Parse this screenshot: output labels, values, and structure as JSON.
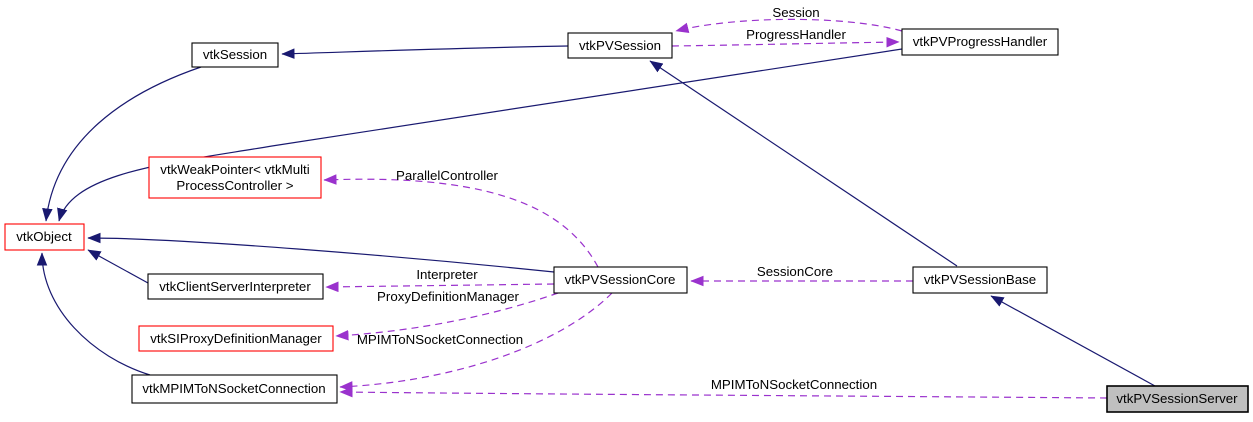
{
  "diagram": {
    "type": "class-collaboration-graph",
    "subject": "vtkPVSessionServer",
    "colors": {
      "background": "#ffffff",
      "inheritance_edge": "#191970",
      "usage_edge": "#9a32cd",
      "node_border": "#000000",
      "truncated_node_border": "#ff0000",
      "current_node_fill": "#bfbfbf",
      "node_fill": "#ffffff",
      "text": "#000000"
    },
    "nodes": [
      {
        "id": "vtkSession",
        "label": "vtkSession",
        "style": "normal"
      },
      {
        "id": "vtkPVSession",
        "label": "vtkPVSession",
        "style": "normal"
      },
      {
        "id": "vtkPVProgressHandler",
        "label": "vtkPVProgressHandler",
        "style": "normal"
      },
      {
        "id": "vtkWeakPointer",
        "label_line1": "vtkWeakPointer< vtkMulti",
        "label_line2": "ProcessController >",
        "style": "truncated-red"
      },
      {
        "id": "vtkObject",
        "label": "vtkObject",
        "style": "truncated-red"
      },
      {
        "id": "vtkClientServerInterpreter",
        "label": "vtkClientServerInterpreter",
        "style": "normal"
      },
      {
        "id": "vtkSIProxyDefinitionManager",
        "label": "vtkSIProxyDefinitionManager",
        "style": "truncated-red"
      },
      {
        "id": "vtkMPIMToNSocketConnection",
        "label": "vtkMPIMToNSocketConnection",
        "style": "normal"
      },
      {
        "id": "vtkPVSessionCore",
        "label": "vtkPVSessionCore",
        "style": "normal"
      },
      {
        "id": "vtkPVSessionBase",
        "label": "vtkPVSessionBase",
        "style": "normal"
      },
      {
        "id": "vtkPVSessionServer",
        "label": "vtkPVSessionServer",
        "style": "current-gray"
      }
    ],
    "edges": [
      {
        "from": "vtkPVSession",
        "to": "vtkSession",
        "type": "inheritance"
      },
      {
        "from": "vtkSession",
        "to": "vtkObject",
        "type": "inheritance"
      },
      {
        "from": "vtkPVProgressHandler",
        "to": "vtkObject",
        "type": "inheritance"
      },
      {
        "from": "vtkPVSessionCore",
        "to": "vtkObject",
        "type": "inheritance"
      },
      {
        "from": "vtkClientServerInterpreter",
        "to": "vtkObject",
        "type": "inheritance"
      },
      {
        "from": "vtkMPIMToNSocketConnection",
        "to": "vtkObject",
        "type": "inheritance"
      },
      {
        "from": "vtkPVSessionBase",
        "to": "vtkPVSession",
        "type": "inheritance"
      },
      {
        "from": "vtkPVSessionServer",
        "to": "vtkPVSessionBase",
        "type": "inheritance"
      },
      {
        "from": "vtkPVProgressHandler",
        "to": "vtkPVSession",
        "type": "usage",
        "label": "Session"
      },
      {
        "from": "vtkPVSession",
        "to": "vtkPVProgressHandler",
        "type": "usage",
        "label": "ProgressHandler"
      },
      {
        "from": "vtkPVSessionCore",
        "to": "vtkWeakPointer",
        "type": "usage",
        "label": "ParallelController"
      },
      {
        "from": "vtkPVSessionCore",
        "to": "vtkClientServerInterpreter",
        "type": "usage",
        "label": "Interpreter"
      },
      {
        "from": "vtkPVSessionCore",
        "to": "vtkSIProxyDefinitionManager",
        "type": "usage",
        "label": "ProxyDefinitionManager"
      },
      {
        "from": "vtkPVSessionCore",
        "to": "vtkMPIMToNSocketConnection",
        "type": "usage",
        "label": "MPIMToNSocketConnection"
      },
      {
        "from": "vtkPVSessionBase",
        "to": "vtkPVSessionCore",
        "type": "usage",
        "label": "SessionCore"
      },
      {
        "from": "vtkPVSessionServer",
        "to": "vtkMPIMToNSocketConnection",
        "type": "usage",
        "label": "MPIMToNSocketConnection"
      }
    ]
  }
}
